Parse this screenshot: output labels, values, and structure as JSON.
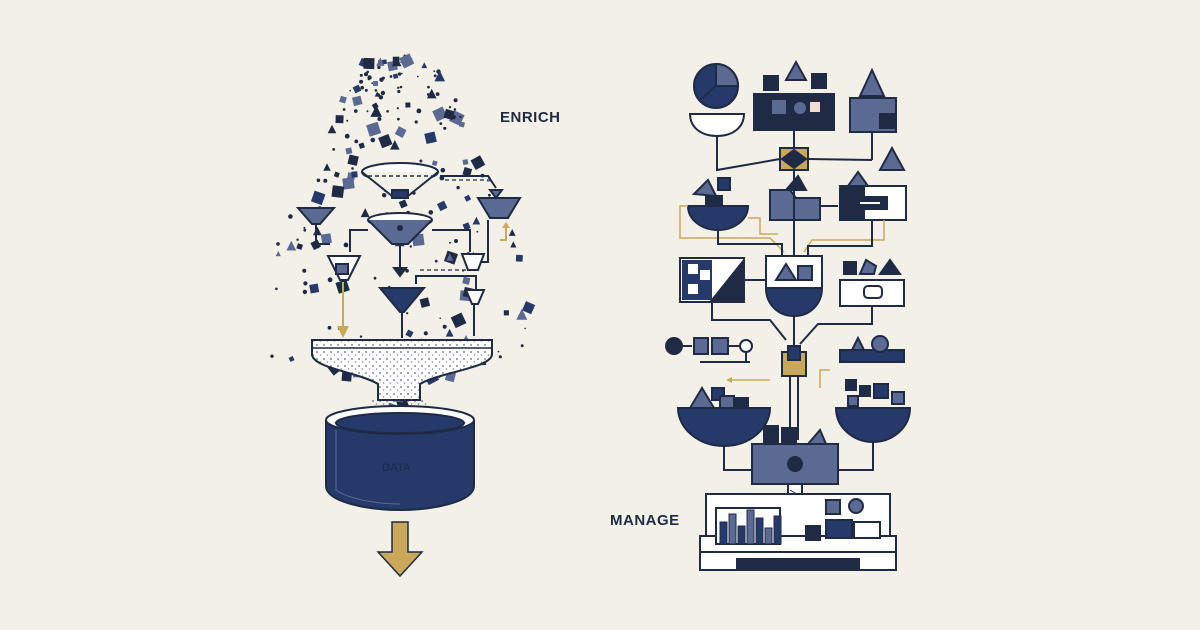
{
  "labels": {
    "enrich": "ENRICH",
    "manage": "MANAGE",
    "data": "DATA"
  },
  "colors": {
    "background": "#f3f0e8",
    "ink": "#1f2a44",
    "navy": "#253a6b",
    "slate": "#5a6a92",
    "gold": "#c9a85a",
    "cream": "#ffffff"
  },
  "illustrations": {
    "left": "funnel-pipeline",
    "right": "bowl-pipeline",
    "arrow": "arrow-down-icon"
  }
}
